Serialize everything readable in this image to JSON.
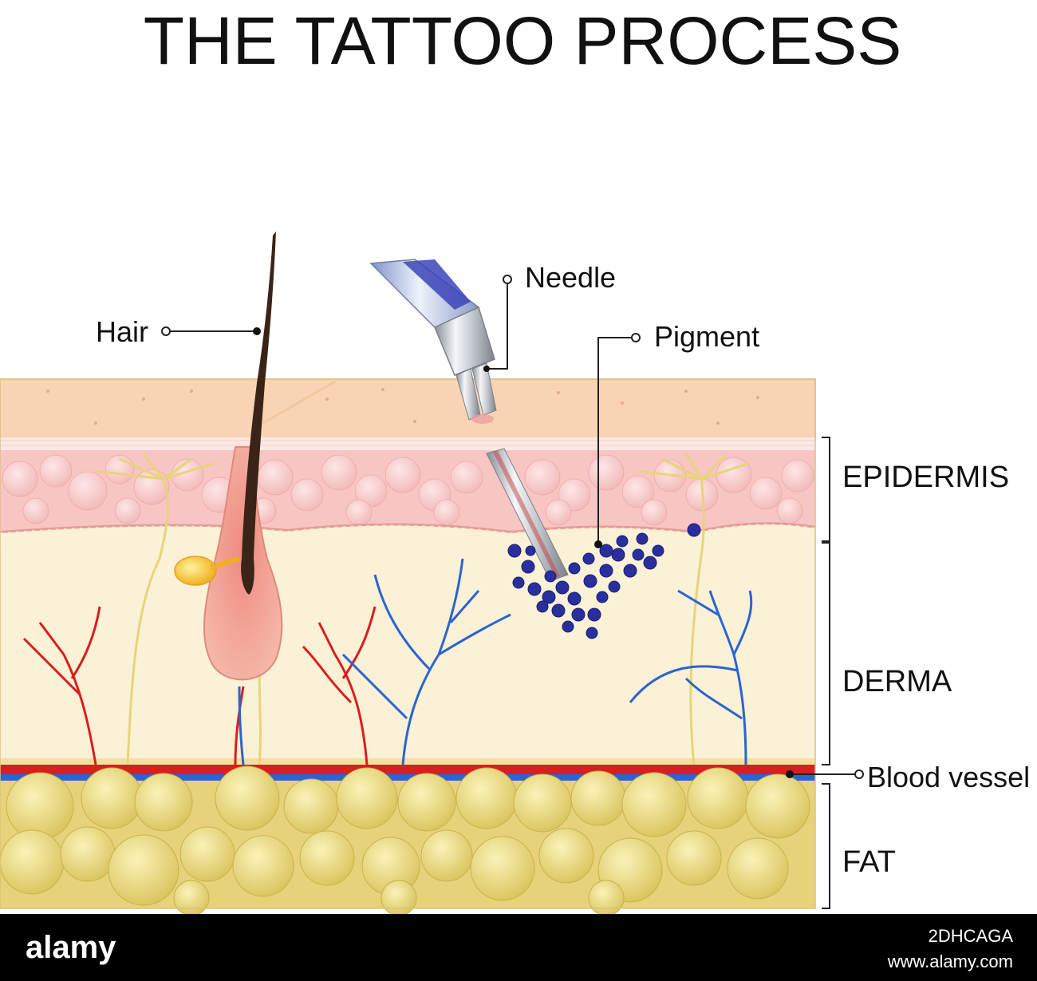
{
  "title": "THE TATTOO PROCESS",
  "labels": {
    "hair": "Hair",
    "needle": "Needle",
    "pigment": "Pigment",
    "epidermis": "EPIDERMIS",
    "derma": "DERMA",
    "blood_vessel": "Blood vessel",
    "fat": "FAT"
  },
  "footer": {
    "brand": "alamy",
    "image_id": "2DHCAGA",
    "url": "www.alamy.com"
  },
  "colors": {
    "surface_skin": "#f8d4b4",
    "epidermis": "#f7c6c4",
    "derma": "#fbf1d6",
    "fat": "#e6d27a",
    "pigment": "#2a2fa0",
    "artery": "#d81e1e",
    "vein": "#2c64d0",
    "nerve": "#e8d47a",
    "hair": "#3a2418"
  }
}
